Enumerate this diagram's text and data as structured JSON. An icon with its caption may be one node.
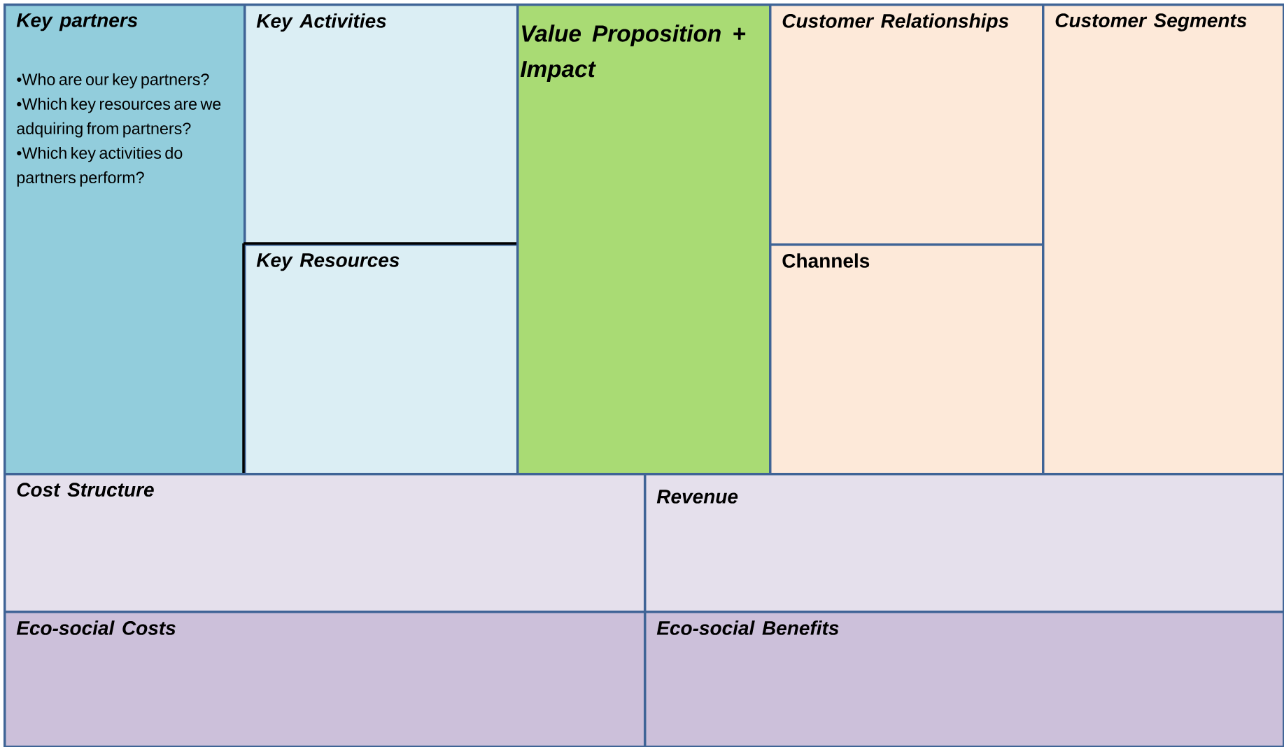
{
  "diagram": {
    "nodes": [
      {
        "text": [
          "Key partners",
          "•Who are our key partners?",
          "•Which key resources are we adquiring from partners?",
          "•Which key activities do partners perform?"
        ]
      },
      {
        "text": [
          "Key Activities"
        ]
      },
      {
        "text": [
          "Key Resources"
        ]
      },
      {
        "text": [
          "Value Proposition + Impact"
        ]
      },
      {
        "text": [
          "Customer Relationships"
        ]
      },
      {
        "text": [
          "Channels"
        ]
      },
      {
        "text": [
          "Customer Segments"
        ]
      },
      {
        "text": [
          "Cost Structure"
        ]
      },
      {
        "text": [
          "Revenue"
        ]
      },
      {
        "text": [
          "Eco-social Costs"
        ]
      },
      {
        "text": [
          "Eco-social Benefits"
        ]
      }
    ]
  }
}
